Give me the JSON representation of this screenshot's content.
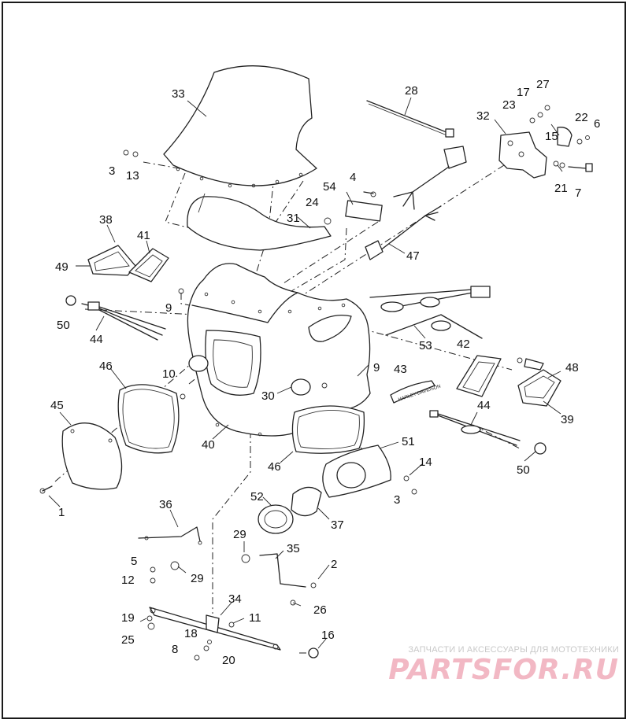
{
  "diagram": {
    "callouts": [
      {
        "id": "c33",
        "text": "33"
      },
      {
        "id": "c28",
        "text": "28"
      },
      {
        "id": "c17",
        "text": "17"
      },
      {
        "id": "c27",
        "text": "27"
      },
      {
        "id": "c23",
        "text": "23"
      },
      {
        "id": "c32",
        "text": "32"
      },
      {
        "id": "c22",
        "text": "22"
      },
      {
        "id": "c6",
        "text": "6"
      },
      {
        "id": "c15",
        "text": "15"
      },
      {
        "id": "c21",
        "text": "21"
      },
      {
        "id": "c7",
        "text": "7"
      },
      {
        "id": "c3a",
        "text": "3"
      },
      {
        "id": "c13",
        "text": "13"
      },
      {
        "id": "c4",
        "text": "4"
      },
      {
        "id": "c54",
        "text": "54"
      },
      {
        "id": "c24",
        "text": "24"
      },
      {
        "id": "c31",
        "text": "31"
      },
      {
        "id": "c38",
        "text": "38"
      },
      {
        "id": "c41",
        "text": "41"
      },
      {
        "id": "c49",
        "text": "49"
      },
      {
        "id": "c47",
        "text": "47"
      },
      {
        "id": "c9a",
        "text": "9"
      },
      {
        "id": "c50a",
        "text": "50"
      },
      {
        "id": "c44a",
        "text": "44"
      },
      {
        "id": "c53",
        "text": "53"
      },
      {
        "id": "c42",
        "text": "42"
      },
      {
        "id": "c46a",
        "text": "46"
      },
      {
        "id": "c10",
        "text": "10"
      },
      {
        "id": "c9b",
        "text": "9"
      },
      {
        "id": "c43",
        "text": "43"
      },
      {
        "id": "c48",
        "text": "48"
      },
      {
        "id": "c30",
        "text": "30"
      },
      {
        "id": "c39",
        "text": "39"
      },
      {
        "id": "c45",
        "text": "45"
      },
      {
        "id": "c40",
        "text": "40"
      },
      {
        "id": "c44b",
        "text": "44"
      },
      {
        "id": "c51",
        "text": "51"
      },
      {
        "id": "c46b",
        "text": "46"
      },
      {
        "id": "c14",
        "text": "14"
      },
      {
        "id": "c50b",
        "text": "50"
      },
      {
        "id": "c3b",
        "text": "3"
      },
      {
        "id": "c52",
        "text": "52"
      },
      {
        "id": "c37",
        "text": "37"
      },
      {
        "id": "c1",
        "text": "1"
      },
      {
        "id": "c36",
        "text": "36"
      },
      {
        "id": "c29a",
        "text": "29"
      },
      {
        "id": "c35",
        "text": "35"
      },
      {
        "id": "c5",
        "text": "5"
      },
      {
        "id": "c2",
        "text": "2"
      },
      {
        "id": "c12",
        "text": "12"
      },
      {
        "id": "c29b",
        "text": "29"
      },
      {
        "id": "c26",
        "text": "26"
      },
      {
        "id": "c34",
        "text": "34"
      },
      {
        "id": "c11",
        "text": "11"
      },
      {
        "id": "c19",
        "text": "19"
      },
      {
        "id": "c25",
        "text": "25"
      },
      {
        "id": "c18",
        "text": "18"
      },
      {
        "id": "c16",
        "text": "16"
      },
      {
        "id": "c8",
        "text": "8"
      },
      {
        "id": "c20",
        "text": "20"
      }
    ],
    "emblem_text": "HARLEY-DAVIDSON"
  },
  "watermark": {
    "caption": "ЗАПЧАСТИ И АКСЕССУАРЫ ДЛЯ МОТОТЕХНИКИ",
    "brand": "PARTSFOR.RU",
    "brand_color": "#f2b8c4",
    "caption_color": "#c8c8c8"
  }
}
